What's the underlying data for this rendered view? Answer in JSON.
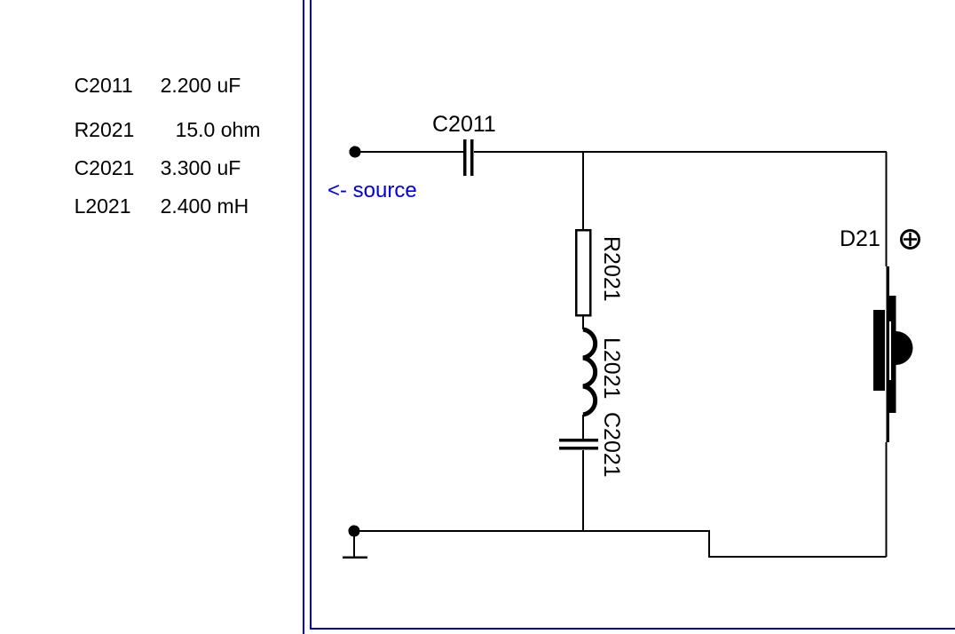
{
  "accent_color": "#0000DD",
  "wire_color": "#000000",
  "component_list": {
    "rows": [
      {
        "name": "C2011",
        "value": "2.200 uF"
      },
      {
        "name": "R2021",
        "value": "15.0 ohm"
      },
      {
        "name": "C2021",
        "value": "3.300 uF"
      },
      {
        "name": "L2021",
        "value": "2.400 mH"
      }
    ]
  },
  "schematic": {
    "source_annotation": "<- source",
    "labels": {
      "series_capacitor": "C2011",
      "resistor": "R2021",
      "inductor": "L2021",
      "shunt_capacitor": "C2021",
      "driver": "D21"
    },
    "icons": {
      "driver_polarity": "plus-in-circle-icon",
      "ground": "ground-icon",
      "source_nodes": "terminal-dot-icon",
      "driver": "speaker-driver-icon"
    }
  }
}
